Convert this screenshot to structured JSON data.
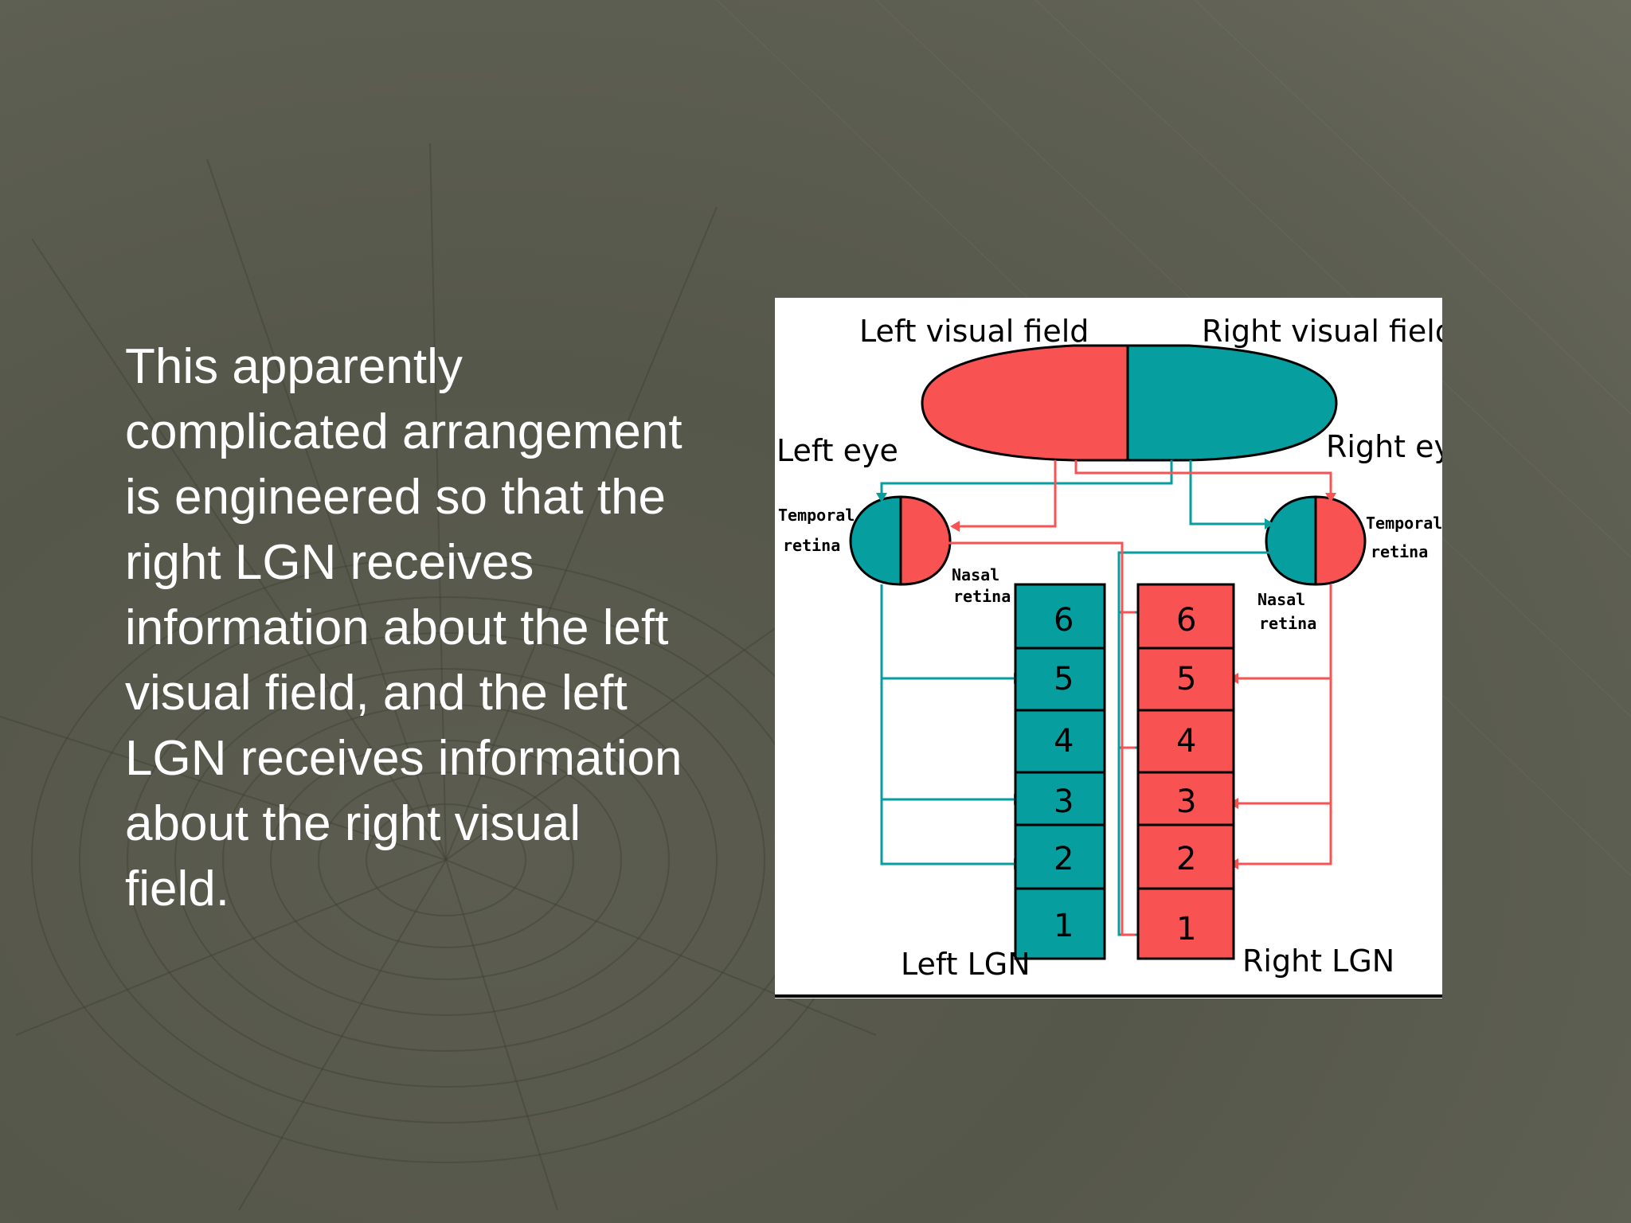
{
  "slide": {
    "lines": [
      "This apparently",
      "complicated arrangement",
      "is engineered so that the",
      "right LGN receives",
      "information about the left",
      "visual field, and the left",
      "LGN receives information",
      "about the right visual",
      "field."
    ]
  },
  "figure": {
    "left_visual_field": "Left visual field",
    "right_visual_field": "Right visual field",
    "left_eye": "Left eye",
    "right_eye": "Right eye",
    "temporal_retina_l1": "Temporal",
    "temporal_retina_l2": "retina",
    "nasal_retina_l1": "Nasal",
    "nasal_retina_l2": "retina",
    "left_lgn": "Left LGN",
    "right_lgn": "Right LGN",
    "layers": [
      "6",
      "5",
      "4",
      "3",
      "2",
      "1"
    ],
    "colors": {
      "teal": "#069e9e",
      "red": "#f85252"
    }
  }
}
